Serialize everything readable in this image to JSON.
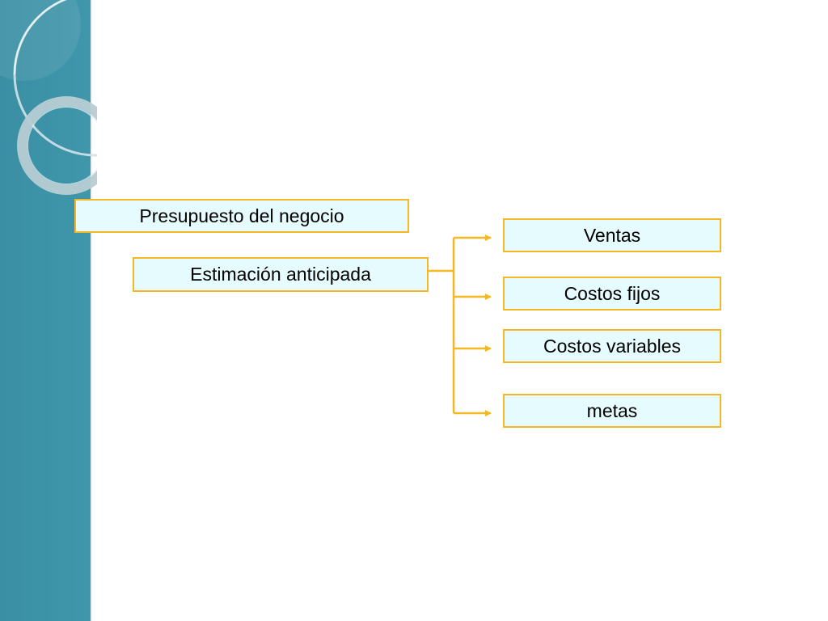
{
  "slide": {
    "colors": {
      "band": "#3d93a8",
      "box_border": "#f5b823",
      "box_fill": "#e6fbfd",
      "connector": "#f5b823"
    },
    "title_box": "Presupuesto del negocio",
    "root": "Estimación anticipada",
    "branches": [
      "Ventas",
      "Costos fijos",
      "Costos variables",
      "metas"
    ]
  }
}
